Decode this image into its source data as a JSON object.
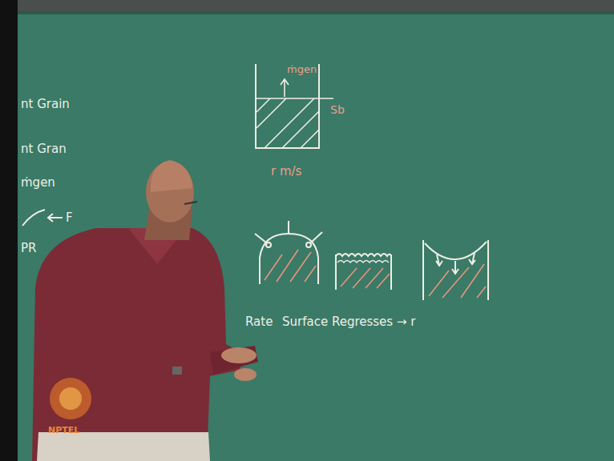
{
  "diagram": {
    "nodes": [
      {
        "text": [
          "ṁgen"
        ]
      }
    ],
    "labels": [
      "nt Grain",
      "nt Gran",
      "ṁgen",
      "F",
      "PR",
      "Sb",
      "r m/s",
      "Rate",
      "Surface Regresses → r",
      "NPTEL"
    ]
  }
}
